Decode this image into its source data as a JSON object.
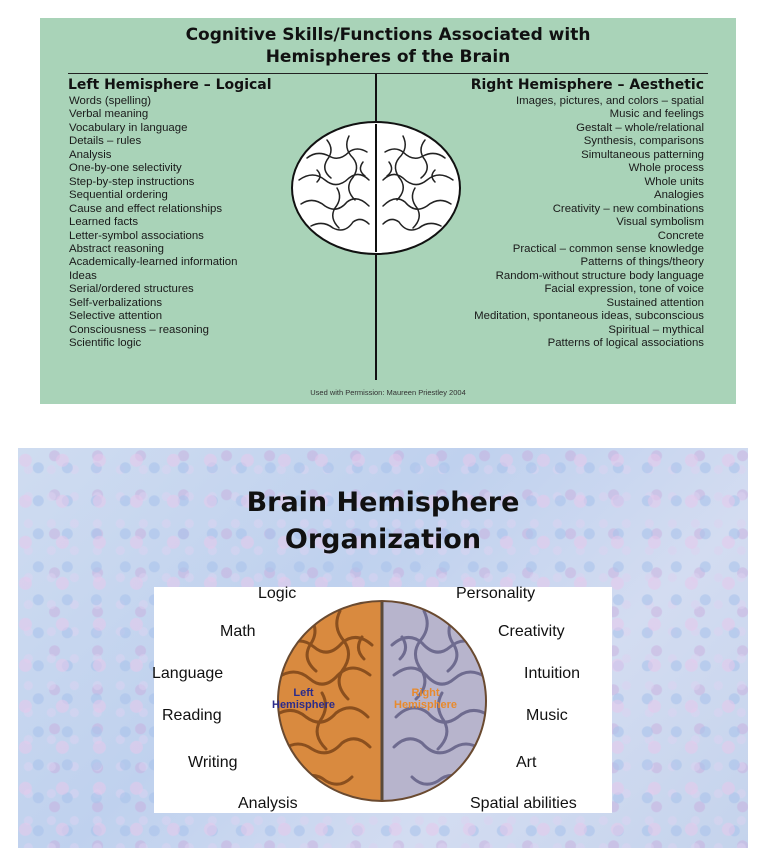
{
  "slide1": {
    "title_line1": "Cognitive Skills/Functions Associated with",
    "title_line2": "Hemispheres of the Brain",
    "left_heading": "Left Hemisphere – Logical",
    "right_heading": "Right Hemisphere – Aesthetic",
    "left_items": [
      "Words (spelling)",
      "Verbal meaning",
      "Vocabulary in language",
      "Details – rules",
      "Analysis",
      "One-by-one selectivity",
      "Step-by-step instructions",
      "Sequential ordering",
      "Cause and effect relationships",
      "Learned facts",
      "Letter-symbol associations",
      "Abstract reasoning",
      "Academically-learned information",
      "Ideas",
      "Serial/ordered structures",
      "Self-verbalizations",
      "Selective attention",
      "Consciousness – reasoning",
      "Scientific logic"
    ],
    "right_items": [
      "Images, pictures, and colors – spatial",
      "Music and feelings",
      "Gestalt – whole/relational",
      "Synthesis, comparisons",
      "Simultaneous patterning",
      "Whole process",
      "Whole units",
      "Analogies",
      "Creativity – new combinations",
      "Visual symbolism",
      "Concrete",
      "Practical – common sense knowledge",
      "Patterns of things/theory",
      "Random-without structure body language",
      "Facial expression, tone of voice",
      "Sustained attention",
      "Meditation, spontaneous ideas, subconscious",
      "Spiritual – mythical",
      "Patterns of logical associations"
    ],
    "credit": "Used with Permission: Maureen Priestley 2004",
    "background_color": "#a9d3b8"
  },
  "slide2": {
    "title_line1": "Brain Hemisphere",
    "title_line2": "Organization",
    "left_labels": [
      "Logic",
      "Math",
      "Language",
      "Reading",
      "Writing",
      "Analysis"
    ],
    "right_labels": [
      "Personality",
      "Creativity",
      "Intuition",
      "Music",
      "Art",
      "Spatial abilities"
    ],
    "left_hemisphere_line1": "Left",
    "left_hemisphere_line2": "Hemisphere",
    "right_hemisphere_line1": "Right",
    "right_hemisphere_line2": "Hemisphere",
    "left_hemisphere_color": "#2b2b8a",
    "right_hemisphere_color": "#e88a2c"
  }
}
